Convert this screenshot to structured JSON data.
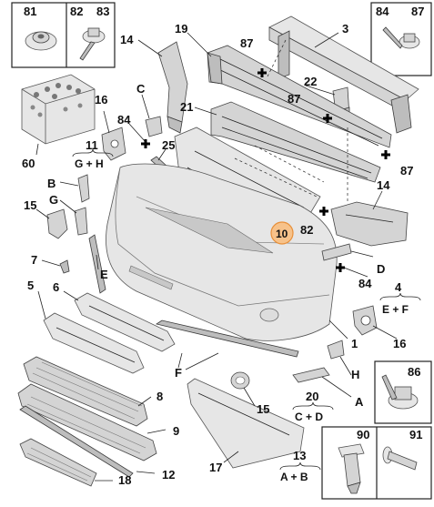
{
  "callouts": {
    "c81": "81",
    "c82": "82",
    "c83": "83",
    "c84a": "84",
    "c87a": "87",
    "c14a": "14",
    "c19": "19",
    "c87b": "87",
    "c3": "3",
    "c22": "22",
    "cC": "C",
    "c87c": "87",
    "c16a": "16",
    "c84b": "84",
    "c21": "21",
    "c60": "60",
    "c11": "11",
    "c11sub": "G + H",
    "c25": "25",
    "c87d": "87",
    "cB": "B",
    "c14b": "14",
    "cG": "G",
    "c15a": "15",
    "c82b": "82",
    "c10": "10",
    "c7": "7",
    "cE": "E",
    "cD": "D",
    "c84c": "84",
    "c5": "5",
    "c6": "6",
    "c4": "4",
    "c4sub": "E + F",
    "c16b": "16",
    "c1": "1",
    "cF": "F",
    "c86": "86",
    "cH": "H",
    "c8": "8",
    "c15b": "15",
    "c20": "20",
    "c20sub": "C + D",
    "cA": "A",
    "c9": "9",
    "c90": "90",
    "c91": "91",
    "c17": "17",
    "c13": "13",
    "c13sub": "A + B",
    "c12": "12",
    "c18": "18"
  },
  "colors": {
    "highlight_fill": "#f7c28a",
    "highlight_stroke": "#e8903a",
    "part_grey": "#d4d4d4"
  }
}
